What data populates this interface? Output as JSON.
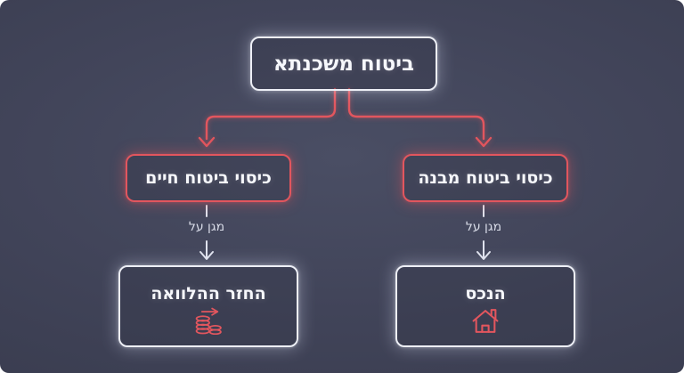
{
  "colors": {
    "page_bg": "#ffffff",
    "card_bg": "#414459",
    "accent_red": "#e2565e",
    "line_white": "#e0e3ee",
    "text_primary": "#f6f7fb",
    "text_secondary": "#d9dce8"
  },
  "root_node": {
    "label": "ביטוח משכנתא"
  },
  "branches": [
    {
      "side": "left",
      "node_label": "כיסוי ביטוח חיים",
      "edge_label": "מגן על",
      "leaf_label": "החזר ההלוואה",
      "leaf_icon": "coins-arrow-icon"
    },
    {
      "side": "right",
      "node_label": "כיסוי ביטוח מבנה",
      "edge_label": "מגן על",
      "leaf_label": "הנכס",
      "leaf_icon": "house-icon"
    }
  ]
}
